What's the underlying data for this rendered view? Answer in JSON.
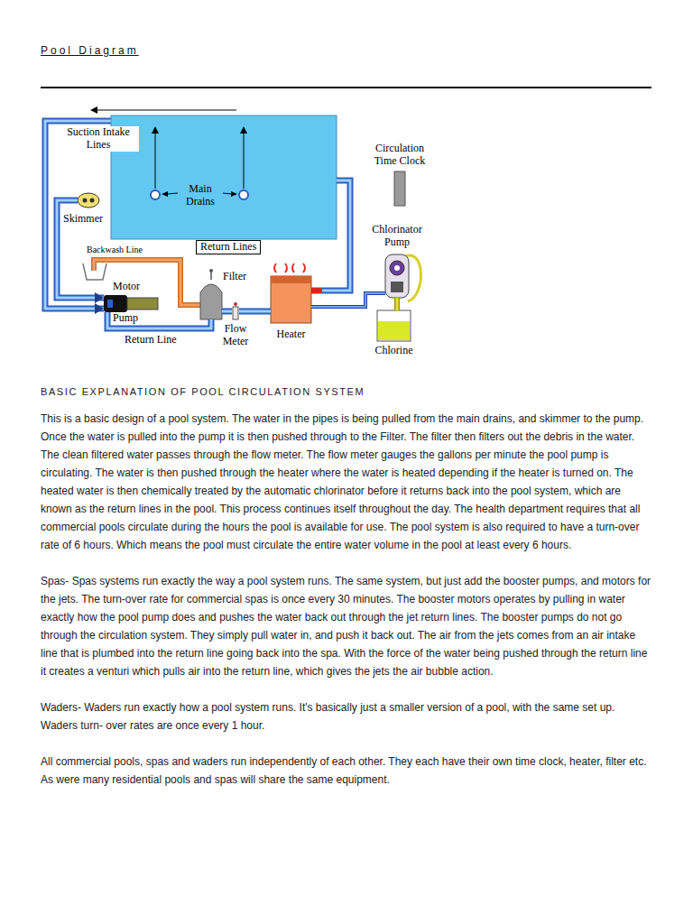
{
  "diagram": {
    "title": "Pool Diagram",
    "nodes": [
      {
        "text": [
          "Main Drains"
        ]
      },
      {
        "text": [
          "Skimmer"
        ]
      },
      {
        "text": [
          "Circulation Time Clock"
        ]
      },
      {
        "text": [
          "Chlorinator Pump"
        ]
      },
      {
        "text": [
          "Return Lines"
        ]
      },
      {
        "text": [
          "Motor",
          "Pump"
        ]
      },
      {
        "text": [
          "Filter"
        ]
      },
      {
        "text": [
          "Flow Meter"
        ]
      },
      {
        "text": [
          "Heater"
        ]
      },
      {
        "text": [
          "Chlorine"
        ]
      }
    ],
    "edges": [
      {
        "from": 0,
        "to": 5,
        "arrow": "to"
      },
      {
        "from": 1,
        "to": 5,
        "arrow": "to"
      },
      {
        "from": 5,
        "to": 6,
        "arrow": "none"
      },
      {
        "from": 6,
        "to": 7,
        "arrow": "none"
      },
      {
        "from": 7,
        "to": 8,
        "arrow": "none"
      },
      {
        "from": 8,
        "to": 0,
        "arrow": "none"
      },
      {
        "from": 9,
        "to": 3,
        "arrow": "none"
      },
      {
        "from": 3,
        "to": 8,
        "arrow": "none"
      }
    ],
    "labels": [
      "Suction Intake Lines",
      "Backwash Line",
      "Return Line",
      "BASIC EXPLANATION OF POOL CIRCULATION SYSTEM",
      "This is a basic design of a pool system. The water in the pipes is being pulled from the main drains, and skimmer to the pump. Once the water is pulled into the pump it is then pushed through to the Filter. The filter then filters out the debris in the water. The clean filtered water passes through the flow meter. The flow meter gauges the gallons per minute the pool pump is circulating. The water is then pushed through the heater where the water is heated depending if the heater is turned on. The heated water is then chemically treated by the automatic chlorinator before it returns back into the pool system, which are known as the return lines in the pool. This process continues itself throughout the day. The health department requires that all commercial pools circulate during the hours the pool is available for use. The pool system is also required to have a turn-over rate of 6 hours. Which means the pool must circulate the entire water volume in the pool at least every 6 hours.",
      "Spas- Spas systems run exactly the way a pool system runs. The same system, but just add the booster pumps, and motors for the jets. The turn-over rate for commercial spas is once every 30 minutes. The booster motors operates by pulling in water exactly how the pool pump does and pushes the water back out through the jet return lines. The booster pumps do not go through the circulation system. They simply pull water in, and push it back out. The air from the jets comes from an air intake line that is plumbed into the return line going back into the spa. With the force of the water being pushed through the return line it creates a venturi which pulls air into the return line, which gives the jets the air bubble action.",
      "Waders- Waders run exactly how a pool system runs. It's basically just a smaller version of a pool, with the same set up. Waders turn- over rates are once every 1 hour.",
      "All commercial pools, spas and waders run independently of each other. They each have their own time clock, heater, filter etc. As were many residential pools and spas will share the same equipment."
    ]
  }
}
